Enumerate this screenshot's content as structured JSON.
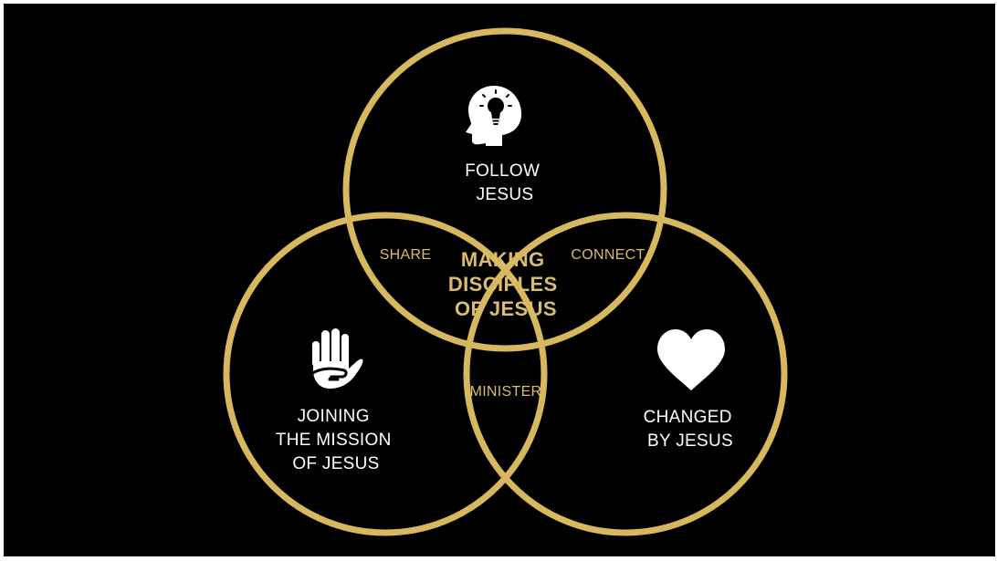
{
  "colors": {
    "background": "#000000",
    "ring_gold": "#D7B85E",
    "label_gold": "#D9BD6A",
    "label_white": "#FFFFFF"
  },
  "circles": {
    "top": {
      "lines": [
        "FOLLOW",
        "JESUS"
      ],
      "icon": "head-lightbulb-icon"
    },
    "left": {
      "lines": [
        "JOINING",
        "THE MISSION",
        "OF JESUS"
      ],
      "icon": "helping-hand-icon"
    },
    "right": {
      "lines": [
        "CHANGED",
        "BY JESUS"
      ],
      "icon": "heart-icon"
    }
  },
  "overlaps": {
    "top_left": "SHARE",
    "top_right": "CONNECT",
    "left_right": "MINISTER"
  },
  "center": {
    "lines": [
      "MAKING",
      "DISCIPLES",
      "OF JESUS"
    ]
  }
}
